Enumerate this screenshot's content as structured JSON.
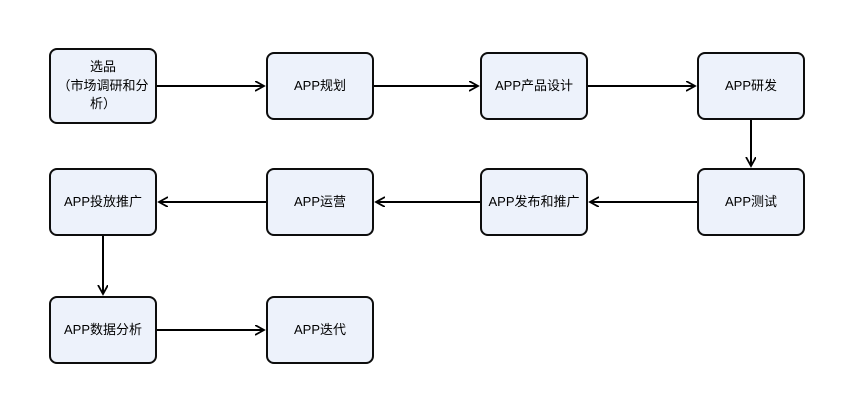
{
  "flowchart": {
    "nodes": [
      {
        "id": "n1",
        "label": "选品\n（市场调研和分析）",
        "col": 0,
        "row": 0,
        "tall": true
      },
      {
        "id": "n2",
        "label": "APP规划",
        "col": 1,
        "row": 0
      },
      {
        "id": "n3",
        "label": "APP产品设计",
        "col": 2,
        "row": 0
      },
      {
        "id": "n4",
        "label": "APP研发",
        "col": 3,
        "row": 0
      },
      {
        "id": "n5",
        "label": "APP测试",
        "col": 3,
        "row": 1
      },
      {
        "id": "n6",
        "label": "APP发布和推广",
        "col": 2,
        "row": 1
      },
      {
        "id": "n7",
        "label": "APP运营",
        "col": 1,
        "row": 1
      },
      {
        "id": "n8",
        "label": "APP投放推广",
        "col": 0,
        "row": 1
      },
      {
        "id": "n9",
        "label": "APP数据分析",
        "col": 0,
        "row": 2
      },
      {
        "id": "n10",
        "label": "APP迭代",
        "col": 1,
        "row": 2
      }
    ],
    "edges": [
      {
        "from": "n1",
        "to": "n2"
      },
      {
        "from": "n2",
        "to": "n3"
      },
      {
        "from": "n3",
        "to": "n4"
      },
      {
        "from": "n4",
        "to": "n5"
      },
      {
        "from": "n5",
        "to": "n6"
      },
      {
        "from": "n6",
        "to": "n7"
      },
      {
        "from": "n7",
        "to": "n8"
      },
      {
        "from": "n8",
        "to": "n9"
      },
      {
        "from": "n9",
        "to": "n10"
      }
    ],
    "colors": {
      "node_fill": "#edf2fb",
      "node_border": "#0d0d0d",
      "arrow": "#000000",
      "background": "#ffffff"
    }
  }
}
